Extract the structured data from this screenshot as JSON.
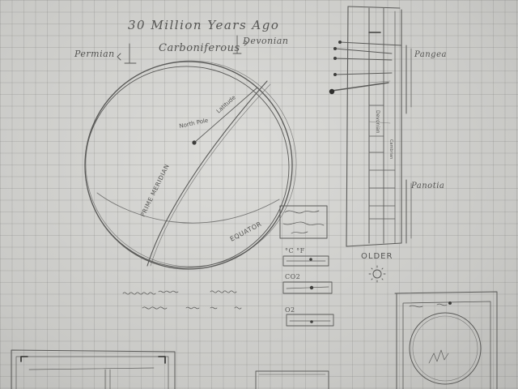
{
  "header": {
    "title": "30 Million Years Ago",
    "period_left": "Permian",
    "period_current": "Carboniferous",
    "period_right": "Devonian"
  },
  "globe": {
    "north_pole_label": "North Pole",
    "prime_meridian_label": "PRIME MERIDIAN",
    "equator_label": "EQUATOR",
    "latitude_label": "Latitude"
  },
  "timeline": {
    "markers": [
      "Pangea",
      "Panotia"
    ],
    "cells": [
      "Devonian",
      "Cambrian"
    ],
    "older_label": "OLDER"
  },
  "climate_panels": {
    "temp_label": "°C °F",
    "co2_label": "CO2",
    "o2_label": "O2"
  },
  "colors": {
    "pencil": "#555553",
    "paper": "#d2d2cf",
    "grid": "#9a9a98"
  }
}
